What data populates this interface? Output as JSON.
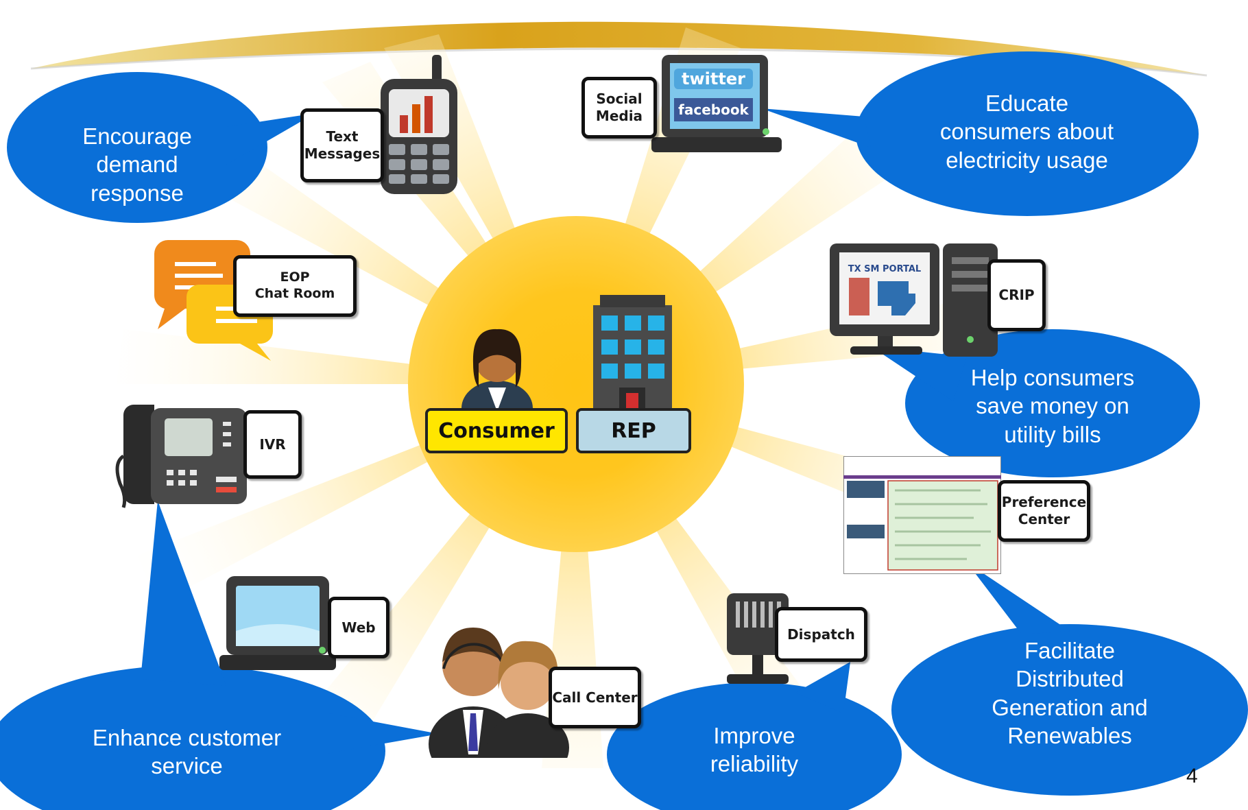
{
  "page_number": "4",
  "center": {
    "consumer_label": "Consumer",
    "rep_label": "REP"
  },
  "channels": {
    "text_messages": "Text\nMessages",
    "social_media": "Social\nMedia",
    "twitter": "twitter",
    "facebook": "facebook",
    "eop_chat": "EOP\nChat Room",
    "crip": "CRIP",
    "portal_title": "TX SM PORTAL",
    "ivr": "IVR",
    "preference_center": "Preference\nCenter",
    "web": "Web",
    "call_center": "Call Center",
    "dispatch": "Dispatch"
  },
  "bubbles": {
    "demand_response": "Encourage\ndemand\nresponse",
    "educate": "Educate\nconsumers about\nelectricity usage",
    "save_money": "Help consumers\nsave money on\nutility bills",
    "customer_service": "Enhance customer\nservice",
    "reliability": "Improve\nreliability",
    "distributed_generation": "Facilitate\nDistributed\nGeneration and\nRenewables"
  },
  "colors": {
    "bubble_blue": "#0a6fd8",
    "sun_core": "#ffc414",
    "sun_ray": "#ffe08a",
    "banner_gold": "#d9a21b",
    "consumer_label_bg": "#ffe600",
    "rep_label_bg": "#b8d8e6"
  }
}
